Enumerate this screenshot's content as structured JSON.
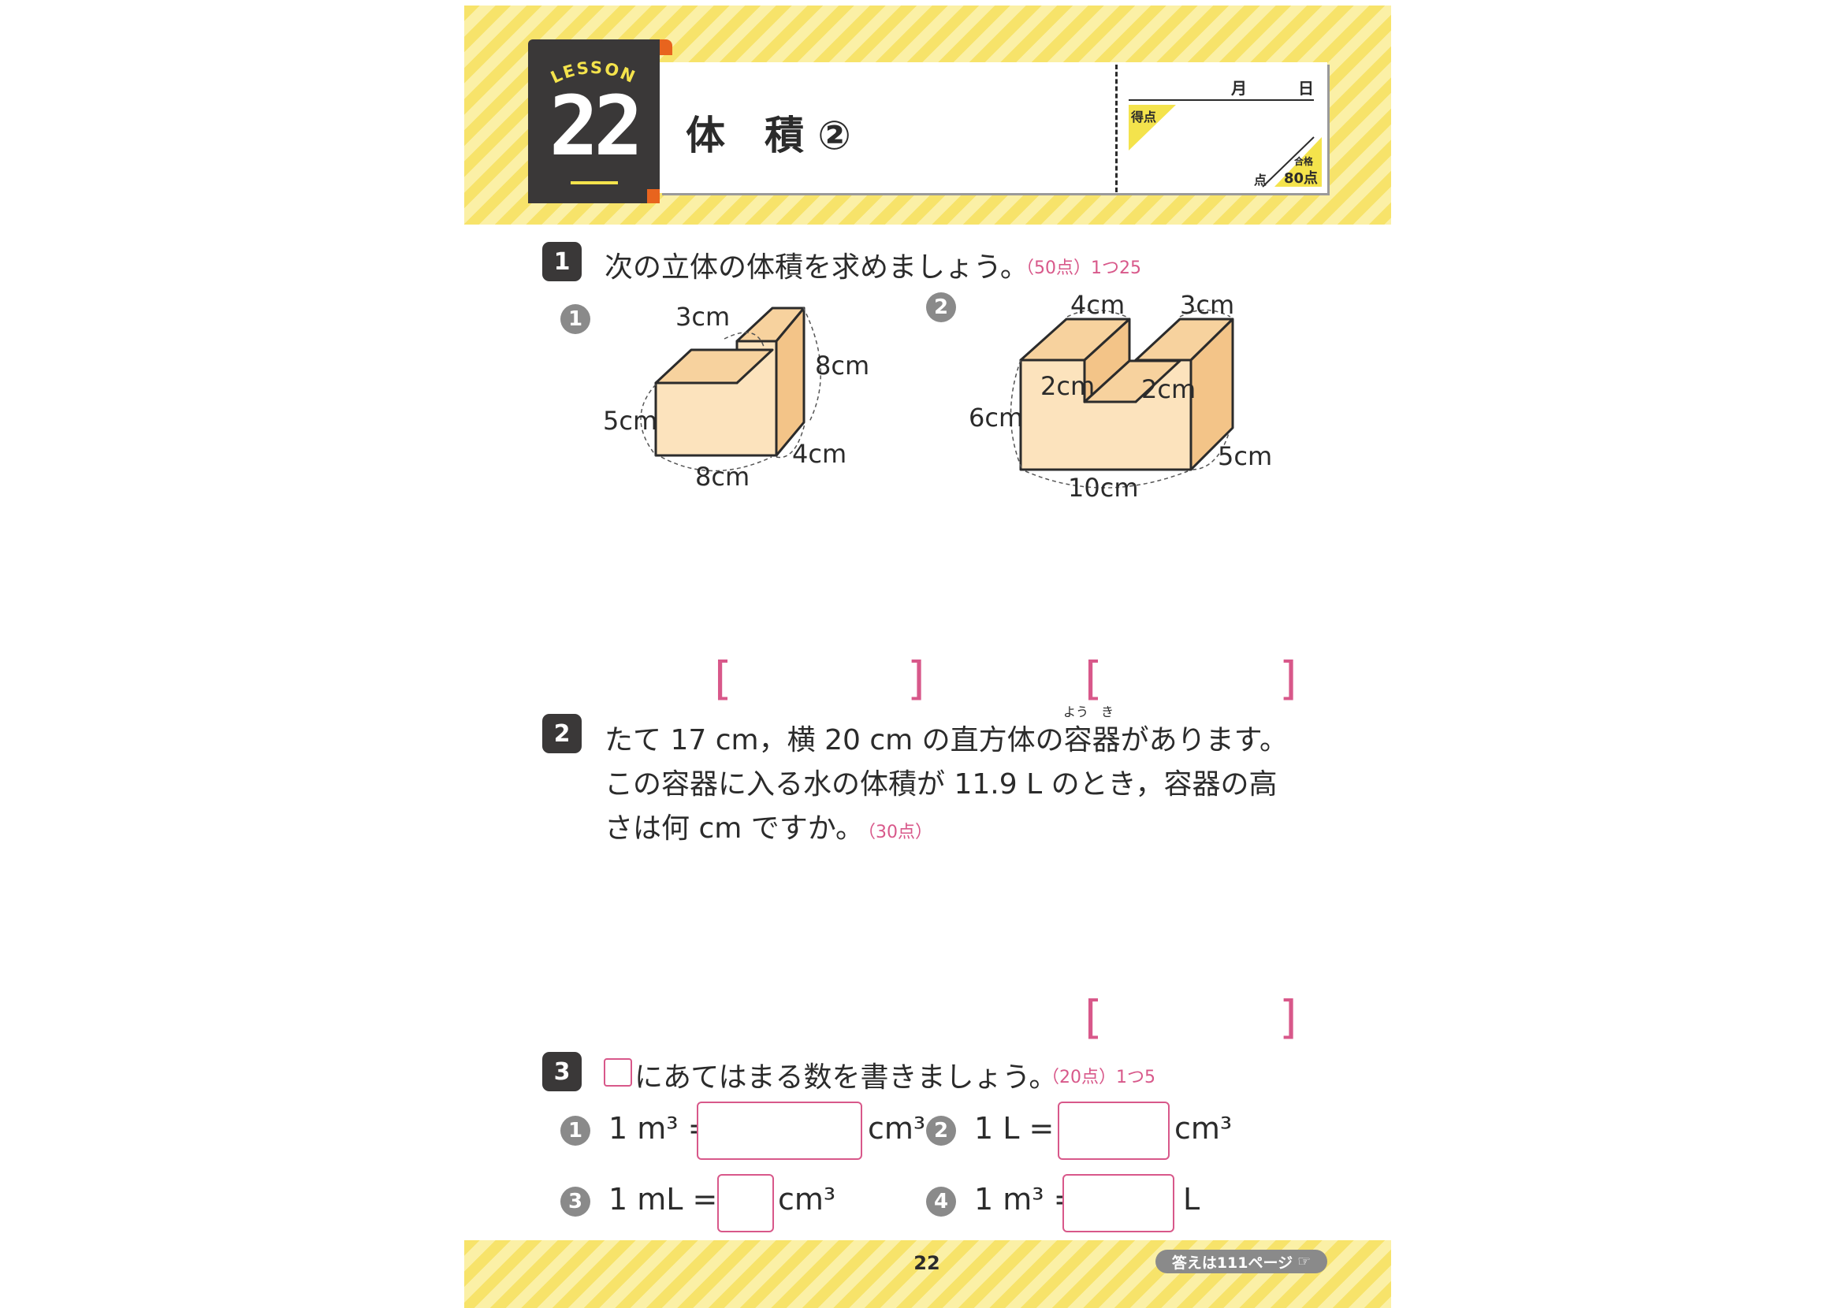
{
  "header": {
    "lesson_label": "LESSON",
    "lesson_number": "22",
    "title": "体　積 ②",
    "month_label": "月",
    "day_label": "日",
    "score_label": "得点",
    "points_unit": "点",
    "pass_label": "合格",
    "pass_score": "80点"
  },
  "q1": {
    "number": "1",
    "text": "次の立体の体積を求めましょう。",
    "points": "（50点）1つ25",
    "fig1": {
      "marker": "1",
      "dims": {
        "top": "3cm",
        "right": "8cm",
        "left": "5cm",
        "depth": "4cm",
        "bottom": "8cm"
      }
    },
    "fig2": {
      "marker": "2",
      "dims": {
        "top_left": "4cm",
        "top_right": "3cm",
        "notch_left": "2cm",
        "notch_right": "2cm",
        "left": "6cm",
        "depth": "5cm",
        "bottom": "10cm"
      }
    }
  },
  "q2": {
    "number": "2",
    "line1_a": "たて",
    "line1_num1": "17",
    "line1_b": "cm，横",
    "line1_num2": "20",
    "line1_c": "cm の直方体の",
    "word_container": "容器",
    "ruby": "よう　き",
    "line1_d": "があります。",
    "line2_a": "この容器に入る水の体積が",
    "line2_num": "11.9",
    "line2_b": "L のとき，容器の高",
    "line3": "さは何 cm ですか。",
    "points": "（30点）"
  },
  "q3": {
    "number": "3",
    "text": "にあてはまる数を書きましょう。",
    "points": "（20点）1つ5",
    "items": [
      {
        "marker": "1",
        "left": "1 m³ =",
        "unit": "cm³"
      },
      {
        "marker": "2",
        "left": "1 L =",
        "unit": "cm³"
      },
      {
        "marker": "3",
        "left": "1 mL =",
        "unit": "cm³"
      },
      {
        "marker": "4",
        "left": "1 m³ =",
        "unit": "L"
      }
    ]
  },
  "footer": {
    "page_number": "22",
    "answer_ref": "答えは111ページ"
  },
  "brackets": {
    "open": "[",
    "close": "]"
  },
  "colors": {
    "accent_pink": "#d8588a",
    "stripe_yellow": "#f7e36a",
    "dark": "#3a3838",
    "orange": "#e8641e",
    "block_fill": "#fce3bd"
  }
}
